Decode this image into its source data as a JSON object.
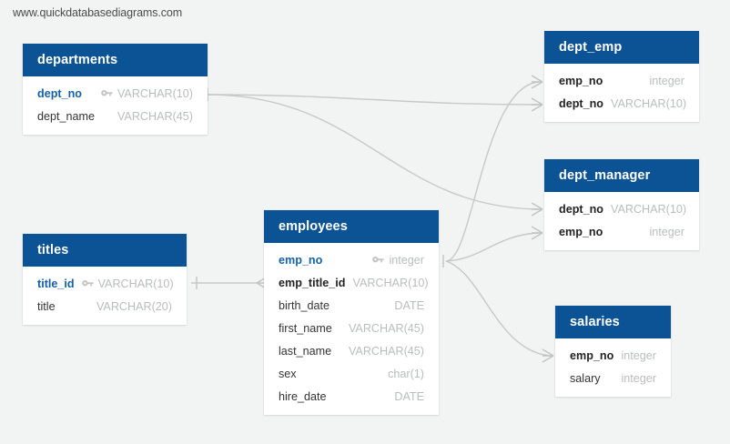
{
  "canvas": {
    "watermark": "www.quickdatabasediagrams.com",
    "background_color": "#f2f4f3",
    "header_color": "#0b5394",
    "pk_text_color": "#1461a8",
    "type_text_color": "#b9bdbc",
    "edge_color": "#c6c9c8"
  },
  "tables": {
    "departments": {
      "title": "departments",
      "fields": [
        {
          "name": "dept_no",
          "type": "VARCHAR(10)",
          "key": true,
          "style": "pk"
        },
        {
          "name": "dept_name",
          "type": "VARCHAR(45)",
          "key": false,
          "style": "normal"
        }
      ]
    },
    "titles": {
      "title": "titles",
      "fields": [
        {
          "name": "title_id",
          "type": "VARCHAR(10)",
          "key": true,
          "style": "pk"
        },
        {
          "name": "title",
          "type": "VARCHAR(20)",
          "key": false,
          "style": "normal"
        }
      ]
    },
    "employees": {
      "title": "employees",
      "fields": [
        {
          "name": "emp_no",
          "type": "integer",
          "key": true,
          "style": "pk"
        },
        {
          "name": "emp_title_id",
          "type": "VARCHAR(10)",
          "key": false,
          "style": "bold"
        },
        {
          "name": "birth_date",
          "type": "DATE",
          "key": false,
          "style": "normal"
        },
        {
          "name": "first_name",
          "type": "VARCHAR(45)",
          "key": false,
          "style": "normal"
        },
        {
          "name": "last_name",
          "type": "VARCHAR(45)",
          "key": false,
          "style": "normal"
        },
        {
          "name": "sex",
          "type": "char(1)",
          "key": false,
          "style": "normal"
        },
        {
          "name": "hire_date",
          "type": "DATE",
          "key": false,
          "style": "normal"
        }
      ]
    },
    "dept_emp": {
      "title": "dept_emp",
      "fields": [
        {
          "name": "emp_no",
          "type": "integer",
          "key": false,
          "style": "bold"
        },
        {
          "name": "dept_no",
          "type": "VARCHAR(10)",
          "key": false,
          "style": "bold"
        }
      ]
    },
    "dept_manager": {
      "title": "dept_manager",
      "fields": [
        {
          "name": "dept_no",
          "type": "VARCHAR(10)",
          "key": false,
          "style": "bold"
        },
        {
          "name": "emp_no",
          "type": "integer",
          "key": false,
          "style": "bold"
        }
      ]
    },
    "salaries": {
      "title": "salaries",
      "fields": [
        {
          "name": "emp_no",
          "type": "integer",
          "key": false,
          "style": "bold"
        },
        {
          "name": "salary",
          "type": "integer",
          "key": false,
          "style": "normal"
        }
      ]
    }
  },
  "relationships": [
    {
      "from": "departments.dept_no",
      "to": "dept_emp.dept_no",
      "from_card": "one",
      "to_card": "many"
    },
    {
      "from": "departments.dept_no",
      "to": "dept_manager.dept_no",
      "from_card": "one",
      "to_card": "many"
    },
    {
      "from": "titles.title_id",
      "to": "employees.emp_title_id",
      "from_card": "one",
      "to_card": "many"
    },
    {
      "from": "employees.emp_no",
      "to": "dept_emp.emp_no",
      "from_card": "one",
      "to_card": "many"
    },
    {
      "from": "employees.emp_no",
      "to": "dept_manager.emp_no",
      "from_card": "one",
      "to_card": "many"
    },
    {
      "from": "employees.emp_no",
      "to": "salaries.emp_no",
      "from_card": "one",
      "to_card": "many"
    }
  ],
  "icons": {
    "primary_key": "key-icon"
  }
}
